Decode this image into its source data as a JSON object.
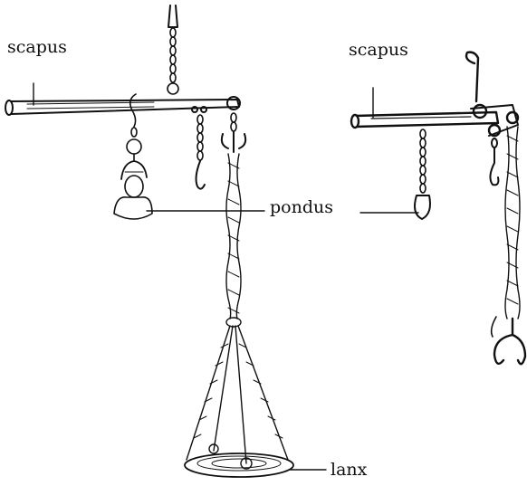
{
  "labels": {
    "scapus_left": "scapus",
    "scapus_right": "scapus",
    "pondus": "pondus",
    "lanx": "lanx"
  },
  "colors": {
    "ink": "#111111",
    "background": "#ffffff"
  }
}
